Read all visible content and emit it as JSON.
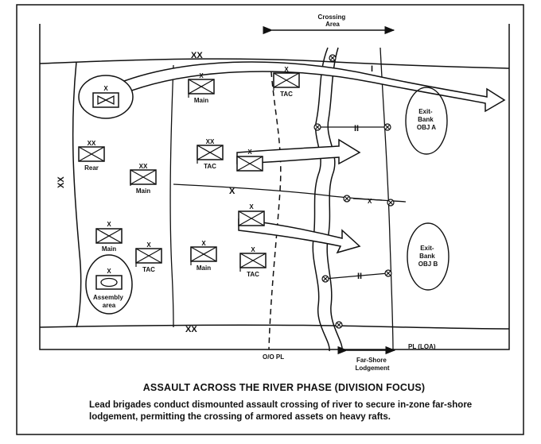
{
  "labels": {
    "crossing_area": [
      "Crossing",
      "Area"
    ],
    "exit_bank_a": [
      "Exit-",
      "Bank",
      "OBJ A"
    ],
    "exit_bank_b": [
      "Exit-",
      "Bank",
      "OBJ B"
    ],
    "oo_pl": "O/O PL",
    "pl_loa": "PL (LOA)",
    "far_shore": [
      "Far-Shore",
      "Lodgement"
    ]
  },
  "boundaries": {
    "division": "XX",
    "brigade": "X",
    "battalion": "II",
    "company": "I"
  },
  "units": {
    "div_rear": {
      "echelon": "XX",
      "label": "Rear"
    },
    "div_main": {
      "echelon": "XX",
      "label": "Main"
    },
    "div_tac": {
      "echelon": "XX",
      "label": "TAC"
    },
    "bde_main_top": {
      "echelon": "X",
      "label": "Main"
    },
    "bde_tac_top": {
      "echelon": "X",
      "label": "TAC"
    },
    "bde_aviation": {
      "echelon": "X"
    },
    "bde_main_left": {
      "echelon": "X",
      "label": "Main"
    },
    "bde_tac_left": {
      "echelon": "X",
      "label": "TAC"
    },
    "assembly": {
      "echelon": "X",
      "label": [
        "Assembly",
        "area"
      ]
    },
    "bde_main_center": {
      "echelon": "X",
      "label": "Main"
    },
    "bde_tac_center": {
      "echelon": "X",
      "label": "TAC"
    },
    "bde_unit_center": {
      "echelon": "X"
    },
    "bde_unit_center2": {
      "echelon": "X"
    }
  },
  "title": "ASSAULT ACROSS THE RIVER PHASE (DIVISION FOCUS)",
  "caption": [
    "Lead brigades conduct dismounted assault crossing of river to secure in-zone far-shore",
    "lodgement, permitting the crossing of armored assets on heavy rafts."
  ]
}
